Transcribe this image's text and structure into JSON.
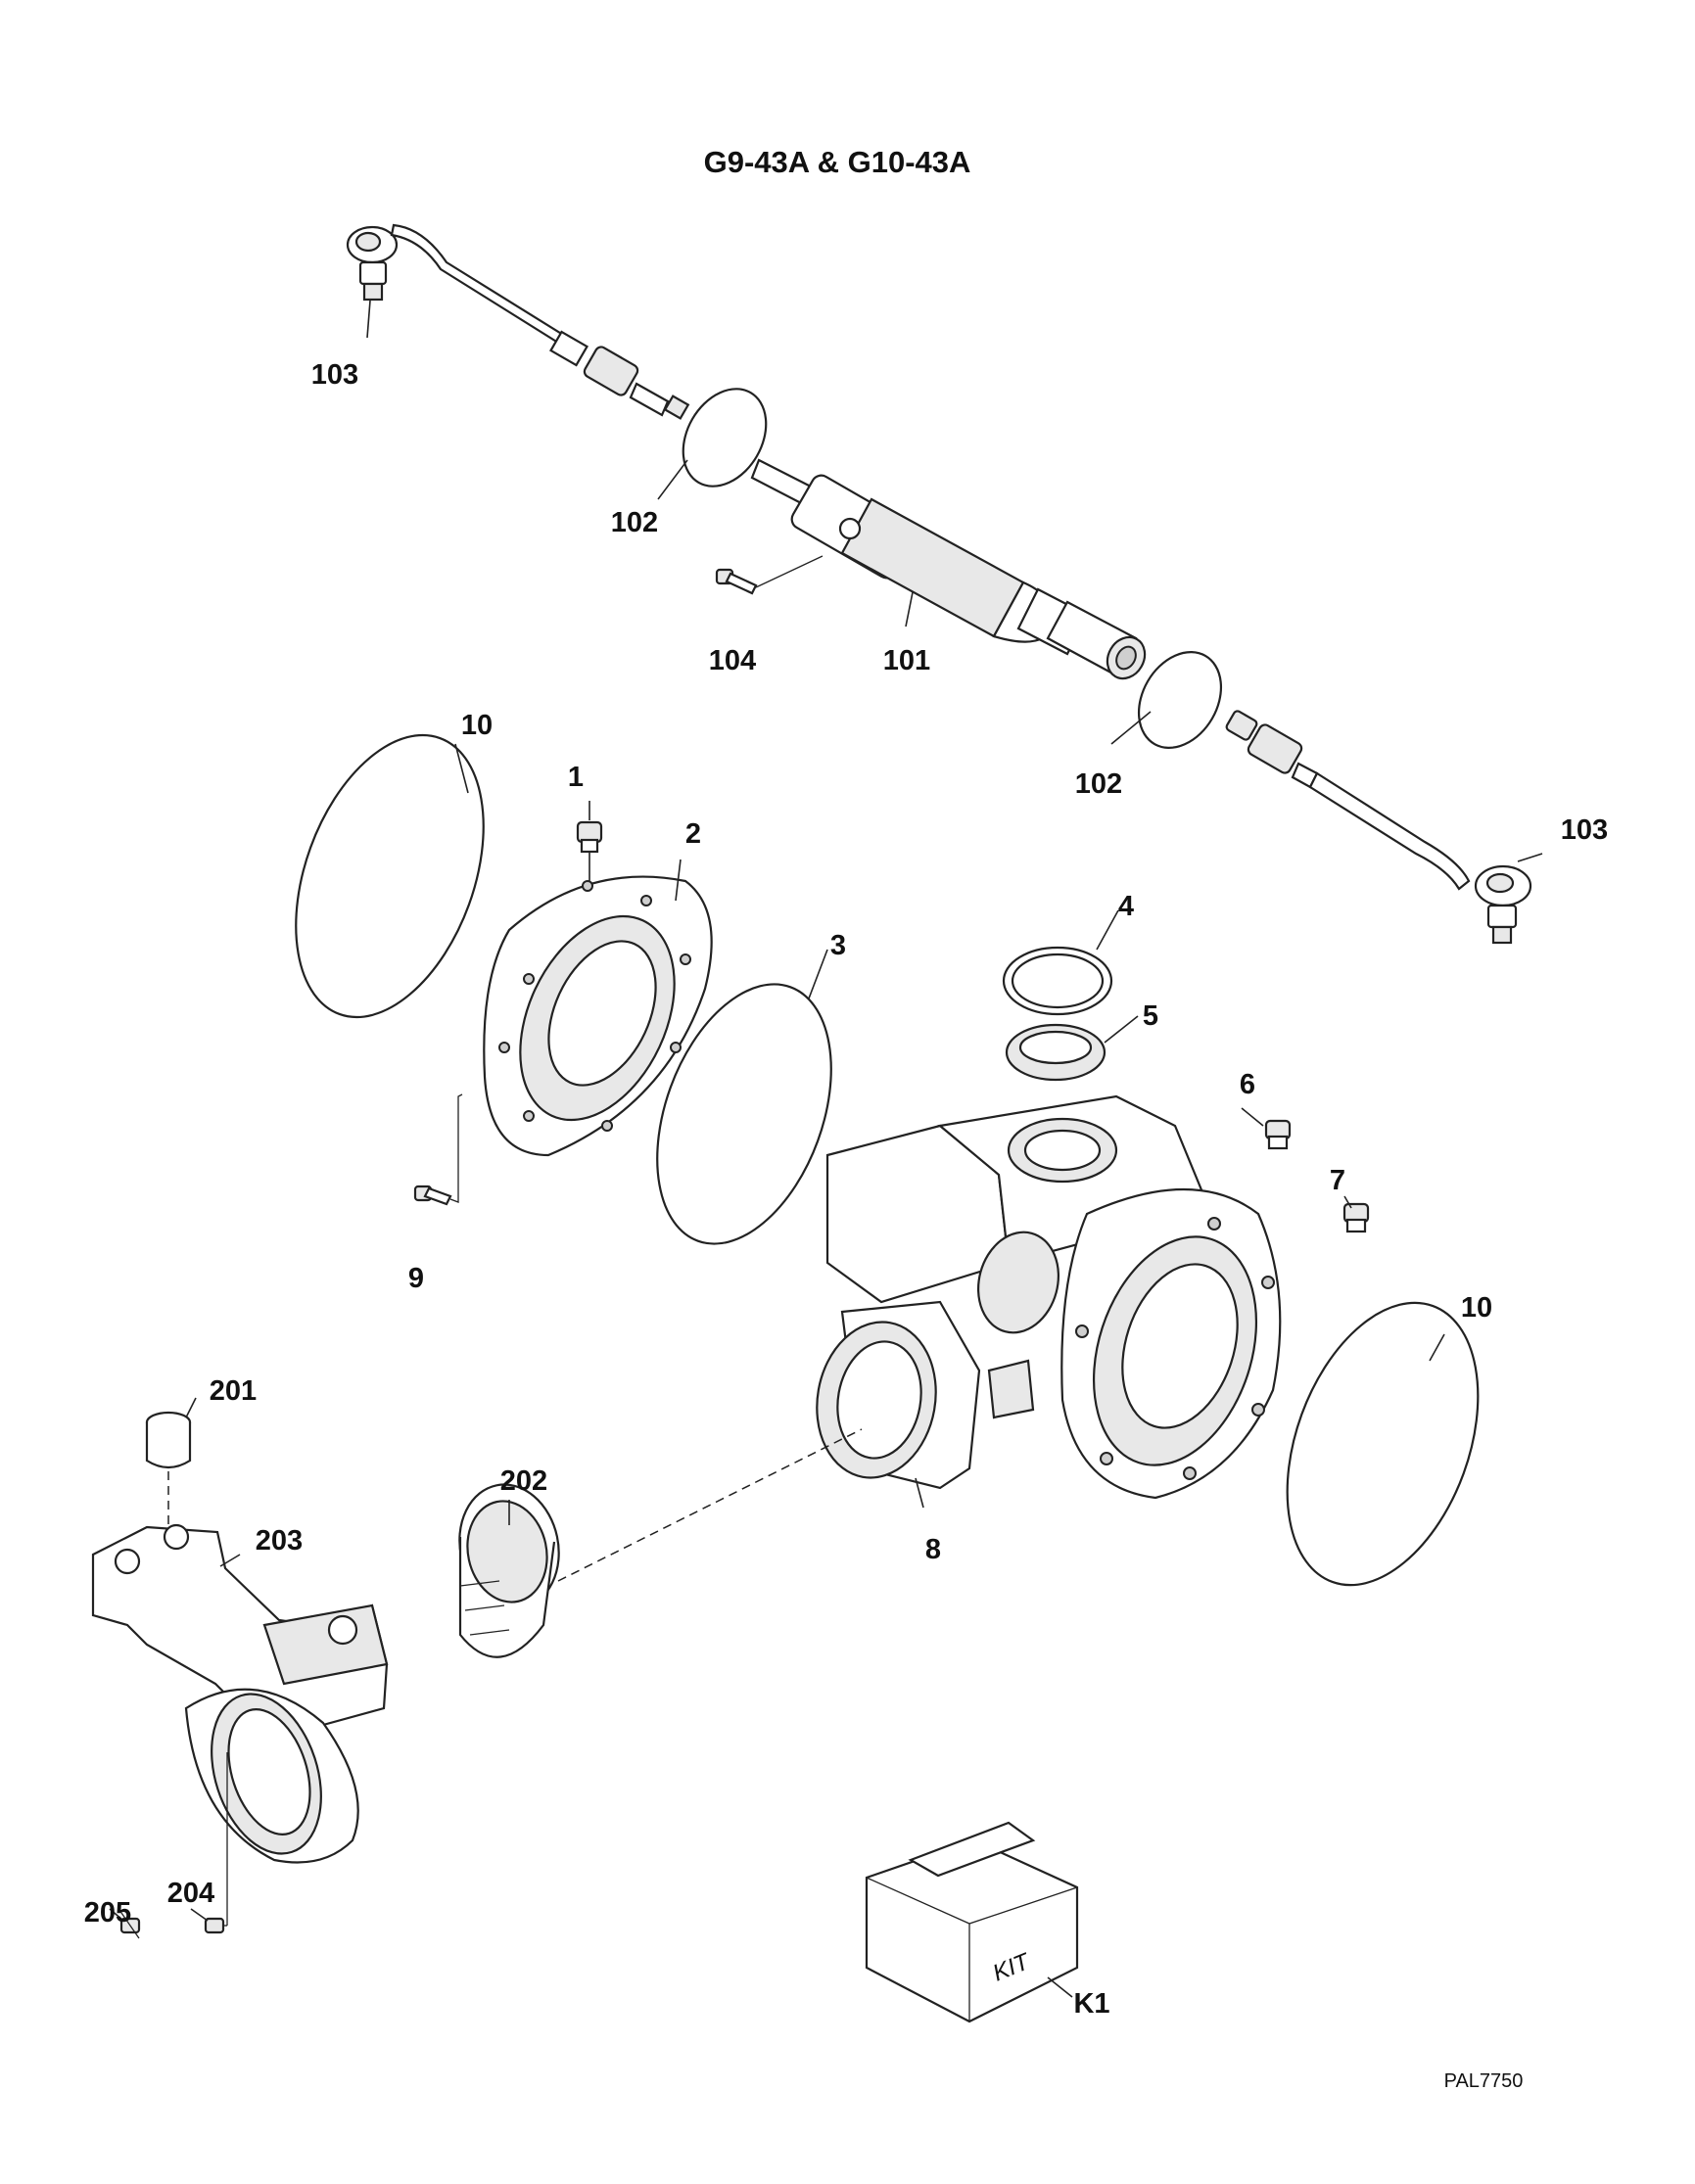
{
  "title": "G9-43A & G10-43A",
  "drawing_code": "PAL7750",
  "kit_box_text": "KIT",
  "callouts": {
    "c1": "1",
    "c2": "2",
    "c3": "3",
    "c4": "4",
    "c5": "5",
    "c6": "6",
    "c7": "7",
    "c8": "8",
    "c9": "9",
    "c10a": "10",
    "c10b": "10",
    "c101": "101",
    "c102a": "102",
    "c102b": "102",
    "c103a": "103",
    "c103b": "103",
    "c104": "104",
    "c201": "201",
    "c202": "202",
    "c203": "203",
    "c204": "204",
    "c205": "205",
    "k1": "K1"
  }
}
